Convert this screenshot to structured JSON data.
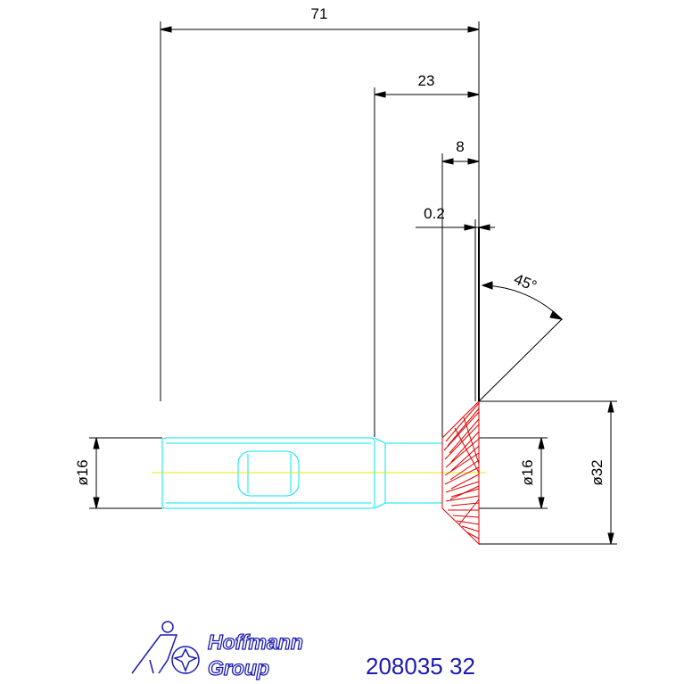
{
  "dimensions": {
    "overall_length": "71",
    "head_length": "23",
    "cutting_length": "8",
    "tip_offset": "0.2",
    "angle": "45°",
    "shank_diameter": "ø16",
    "neck_diameter": "ø16",
    "cutting_diameter": "ø32"
  },
  "brand": {
    "line1": "Hoffmann",
    "line2": "Group"
  },
  "part_number": "208035 32",
  "colors": {
    "dimension": "#000000",
    "shank": "#00e5f0",
    "centerline": "#e8e800",
    "cutter": "#e00000",
    "brand": "#1a1ab0"
  }
}
